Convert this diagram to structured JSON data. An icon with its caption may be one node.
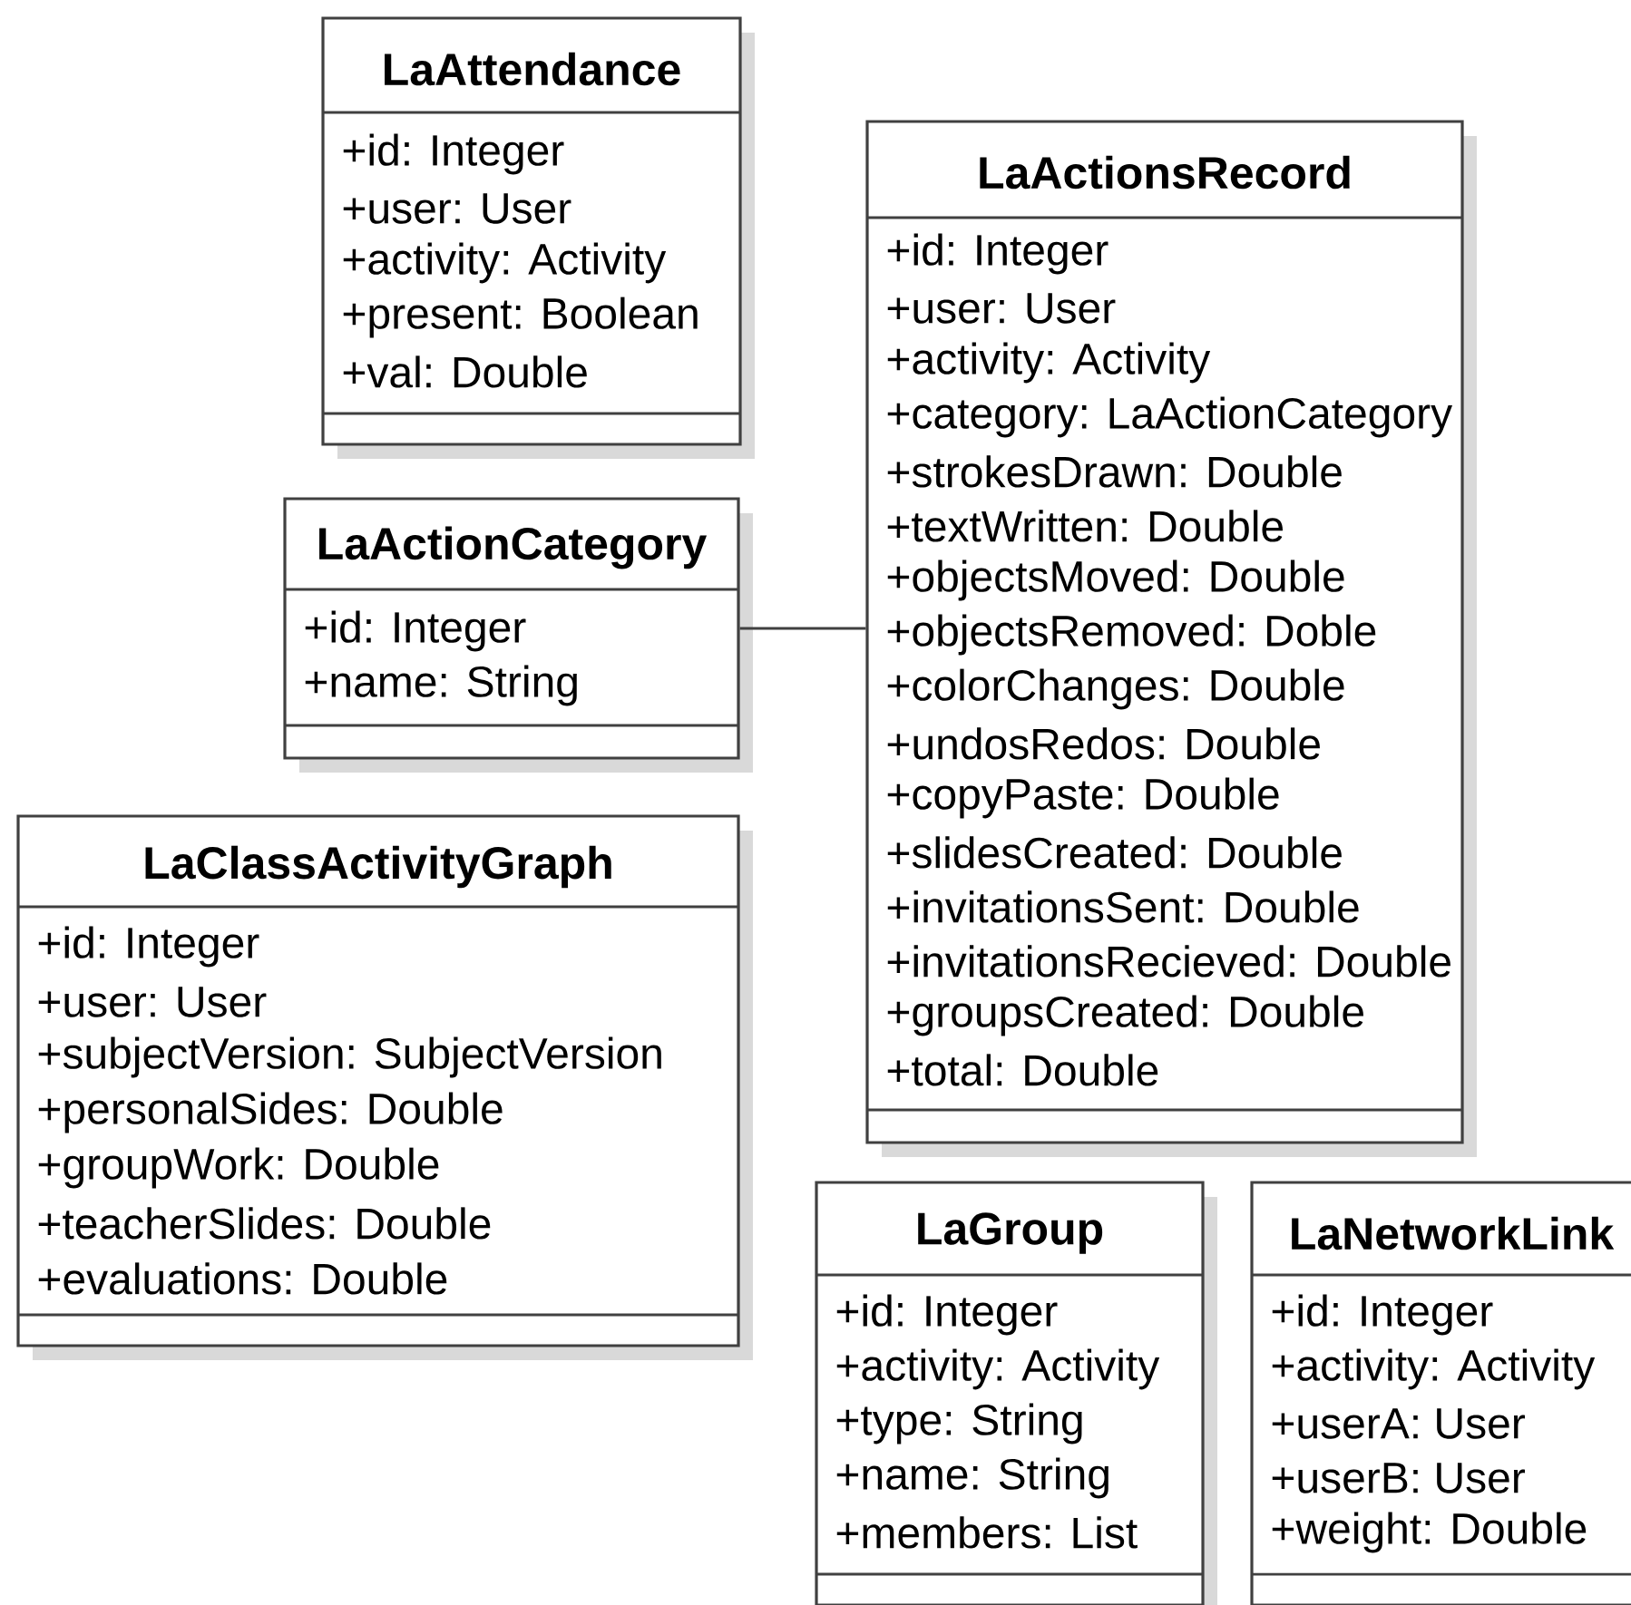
{
  "diagram": {
    "nodes": [
      {
        "text": [
          "LaAttendance",
          "+id: Integer",
          "+user: User",
          "+activity: Activity",
          "+present: Boolean",
          "+val: Double"
        ]
      },
      {
        "text": [
          "LaActionsRecord",
          "+id: Integer",
          "+user: User",
          "+activity: Activity",
          "+category: LaActionCategory",
          "+strokesDrawn: Double",
          "+textWritten: Double",
          "+objectsMoved: Double",
          "+objectsRemoved: Doble",
          "+colorChanges: Double",
          "+undosRedos: Double",
          "+copyPaste: Double",
          "+slidesCreated: Double",
          "+invitationsSent: Double",
          "+invitationsRecieved: Double",
          "+groupsCreated: Double",
          "+total: Double"
        ]
      },
      {
        "text": [
          "LaActionCategory",
          "+id: Integer",
          "+name: String"
        ]
      },
      {
        "text": [
          "LaClassActivityGraph",
          "+id: Integer",
          "+user: User",
          "+subjectVersion: SubjectVersion",
          "+personalSides: Double",
          "+groupWork: Double",
          "+teacherSlides: Double",
          "+evaluations: Double"
        ]
      },
      {
        "text": [
          "LaGroup",
          "+id: Integer",
          "+activity: Activity",
          "+type: String",
          "+name: String",
          "+members: List"
        ]
      },
      {
        "text": [
          "LaNetworkLink",
          "+id: Integer",
          "+activity: Activity",
          "+userA: User",
          "+userB: User",
          "+weight: Double"
        ]
      }
    ],
    "edges": [
      {
        "from": 2,
        "to": 1,
        "arrow": "none"
      }
    ]
  }
}
